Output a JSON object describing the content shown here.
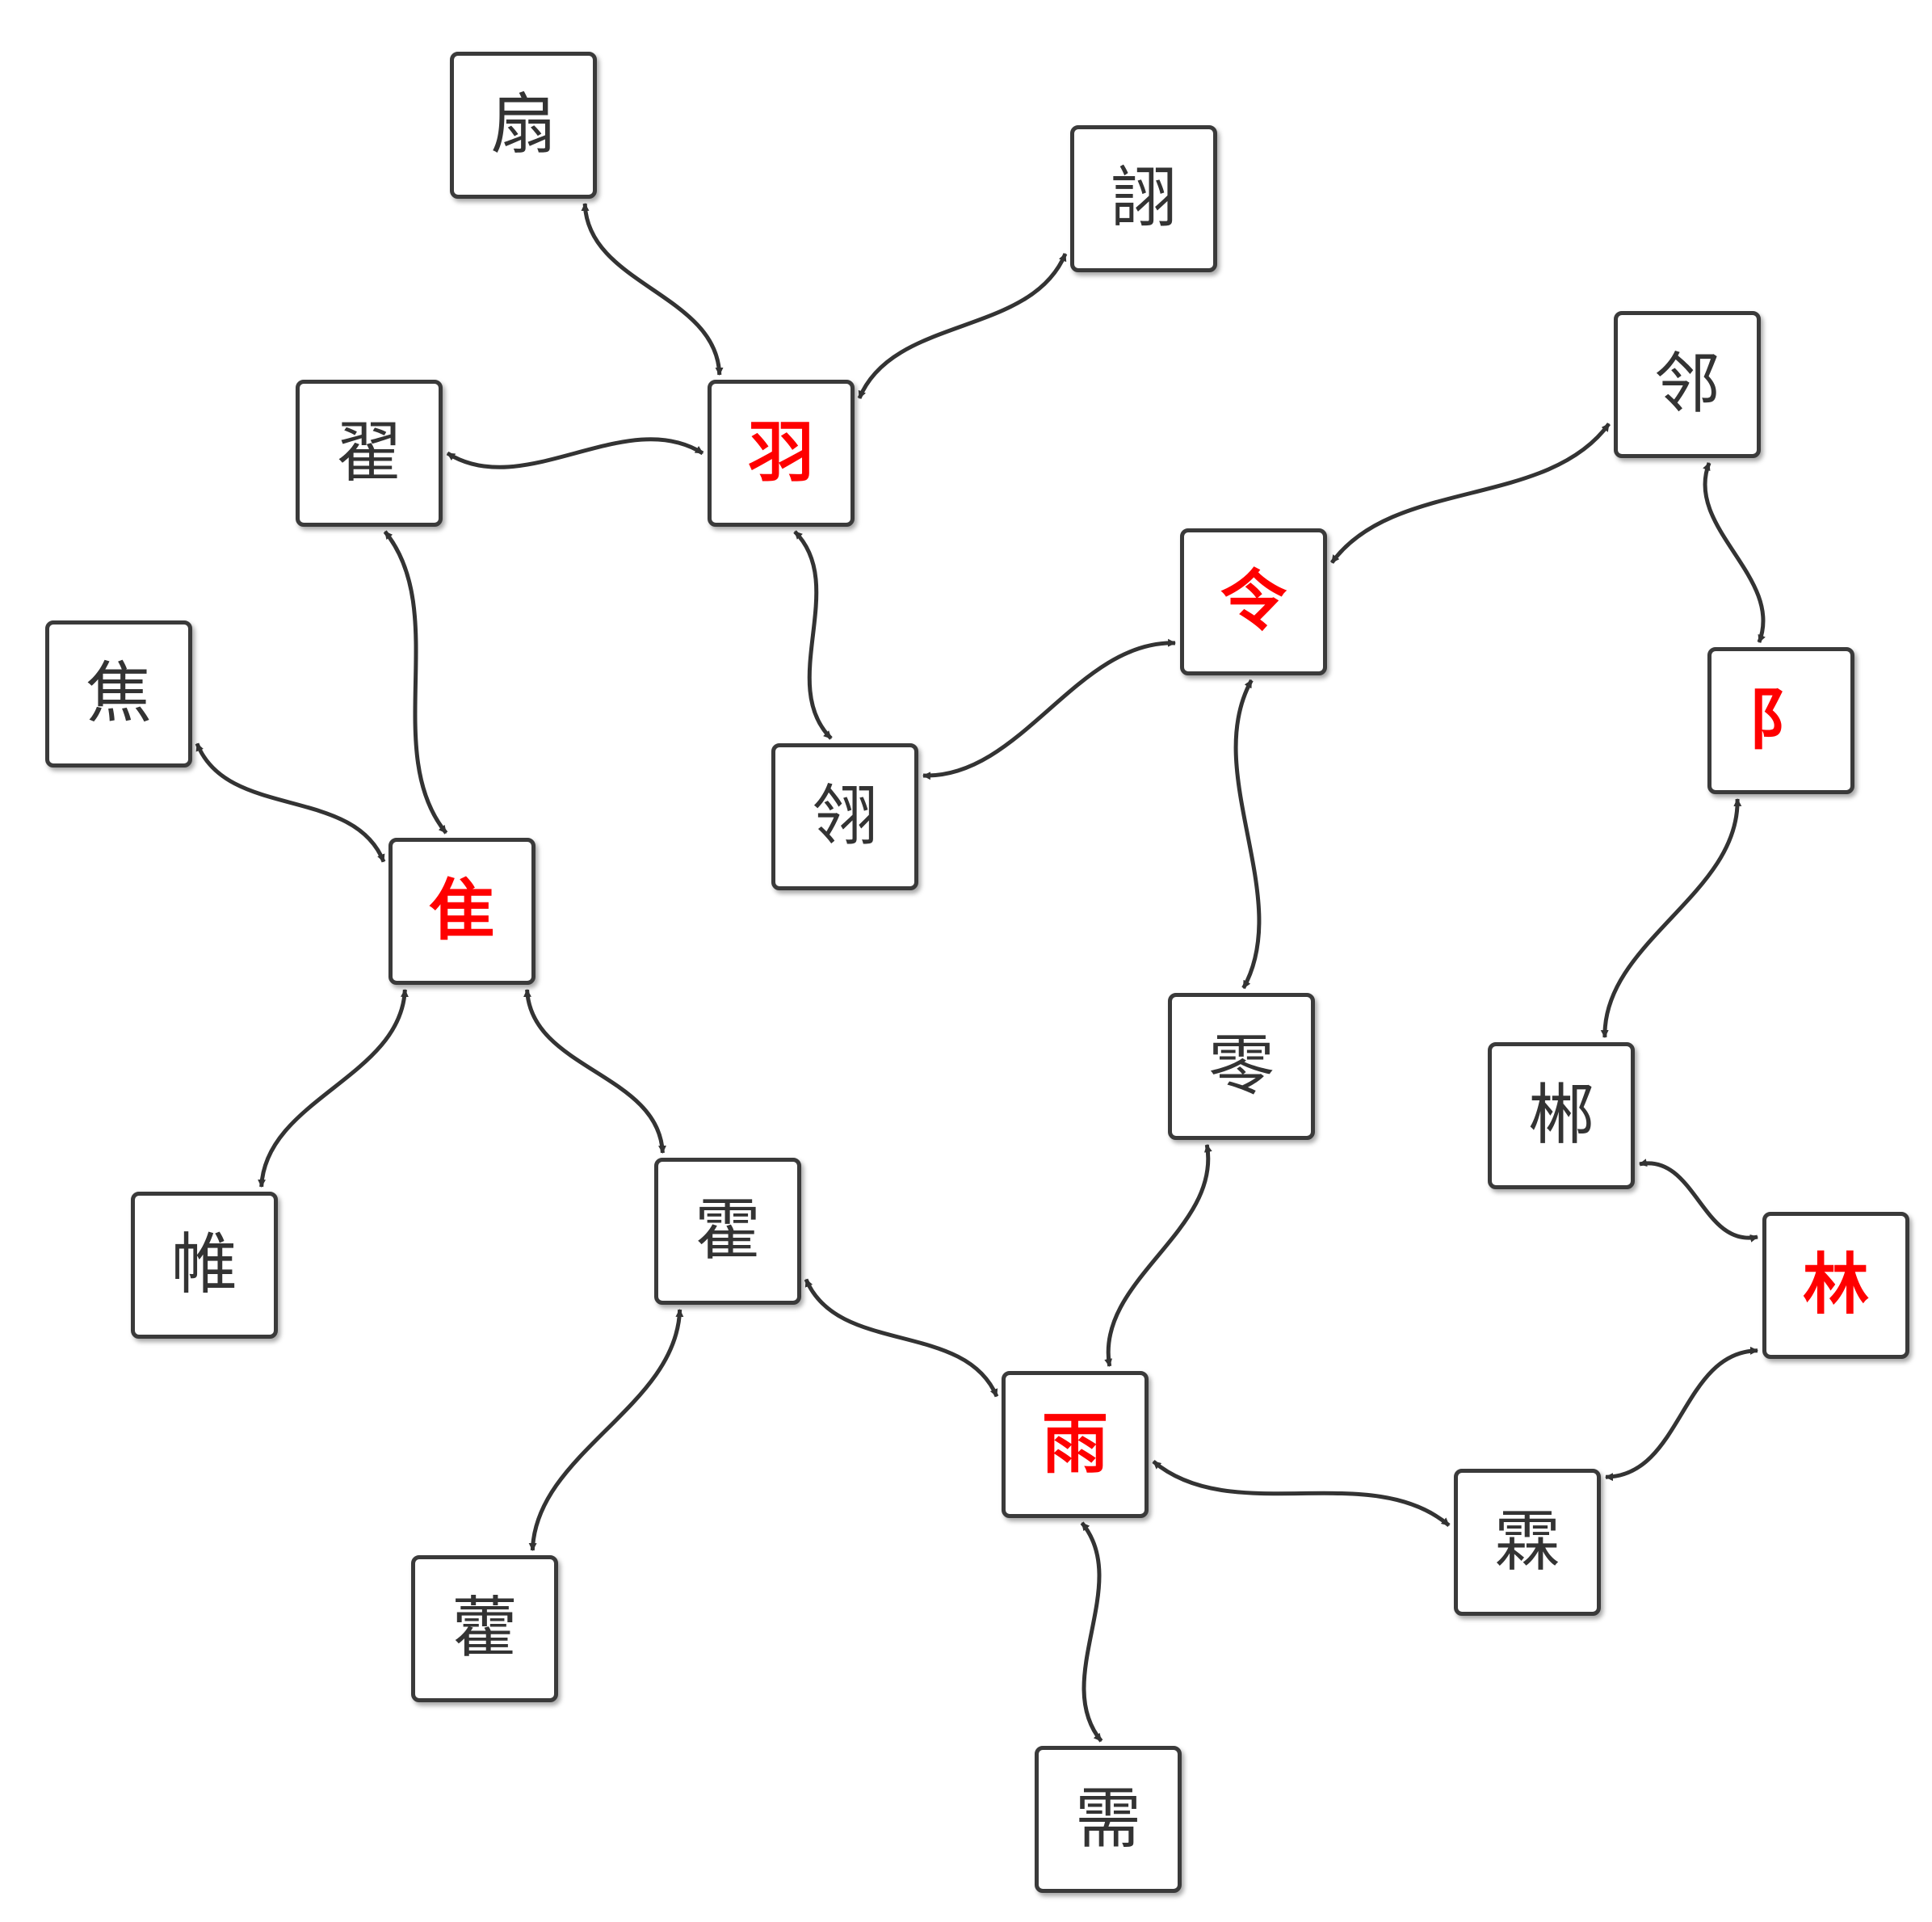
{
  "colors": {
    "edge": "#333333",
    "node_border": "#3a3a3a",
    "node_text": "#333333",
    "hub_text": "#ff0000",
    "background": "#ffffff"
  },
  "nodes": [
    {
      "id": "shan",
      "label": "扇",
      "hub": false
    },
    {
      "id": "xu",
      "label": "詡",
      "hub": false
    },
    {
      "id": "di",
      "label": "翟",
      "hub": false
    },
    {
      "id": "yu_feather",
      "label": "羽",
      "hub": true
    },
    {
      "id": "lin_neighbor",
      "label": "邻",
      "hub": false
    },
    {
      "id": "ling",
      "label": "令",
      "hub": true
    },
    {
      "id": "fu",
      "label": "阝",
      "hub": true
    },
    {
      "id": "jiao",
      "label": "焦",
      "hub": false
    },
    {
      "id": "ling_feather",
      "label": "翎",
      "hub": false
    },
    {
      "id": "zhui",
      "label": "隹",
      "hub": true
    },
    {
      "id": "ling_zero",
      "label": "零",
      "hub": false
    },
    {
      "id": "chen",
      "label": "郴",
      "hub": false
    },
    {
      "id": "wei",
      "label": "帷",
      "hub": false
    },
    {
      "id": "huo",
      "label": "霍",
      "hub": false
    },
    {
      "id": "lin_tree",
      "label": "林",
      "hub": true
    },
    {
      "id": "yu_rain",
      "label": "雨",
      "hub": true
    },
    {
      "id": "lin_rain",
      "label": "霖",
      "hub": false
    },
    {
      "id": "huo_grass",
      "label": "藿",
      "hub": false
    },
    {
      "id": "xu_need",
      "label": "需",
      "hub": false
    }
  ],
  "edges": [
    [
      "shan",
      "yu_feather"
    ],
    [
      "xu",
      "yu_feather"
    ],
    [
      "di",
      "yu_feather"
    ],
    [
      "yu_feather",
      "ling_feather"
    ],
    [
      "ling_feather",
      "ling"
    ],
    [
      "ling",
      "lin_neighbor"
    ],
    [
      "lin_neighbor",
      "fu"
    ],
    [
      "fu",
      "chen"
    ],
    [
      "ling",
      "ling_zero"
    ],
    [
      "di",
      "zhui"
    ],
    [
      "jiao",
      "zhui"
    ],
    [
      "zhui",
      "wei"
    ],
    [
      "zhui",
      "huo"
    ],
    [
      "huo",
      "huo_grass"
    ],
    [
      "huo",
      "yu_rain"
    ],
    [
      "ling_zero",
      "yu_rain"
    ],
    [
      "yu_rain",
      "lin_rain"
    ],
    [
      "yu_rain",
      "xu_need"
    ],
    [
      "lin_rain",
      "lin_tree"
    ],
    [
      "chen",
      "lin_tree"
    ]
  ]
}
